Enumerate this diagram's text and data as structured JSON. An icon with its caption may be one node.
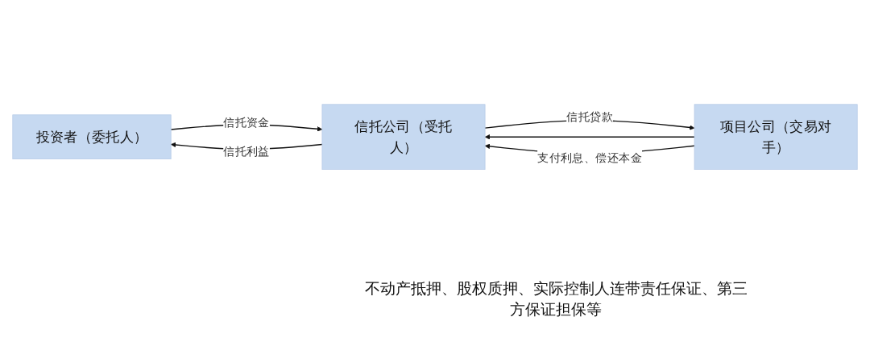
{
  "diagram": {
    "nodes": [
      {
        "text": [
          "投资者（委托人）"
        ]
      },
      {
        "text": [
          "信托公司（受托人）"
        ]
      },
      {
        "text": [
          "项目公司（交易对手）"
        ]
      }
    ],
    "edges": [
      {
        "from": 0,
        "to": 1,
        "arrow": "to",
        "label": "信托资金"
      },
      {
        "from": 1,
        "to": 0,
        "arrow": "to",
        "label": "信托利益"
      },
      {
        "from": 1,
        "to": 2,
        "arrow": "to",
        "label": "信托贷款"
      },
      {
        "from": 2,
        "to": 1,
        "arrow": "to"
      },
      {
        "from": 2,
        "to": 1,
        "arrow": "to",
        "label": "支付利息、偿还本金"
      }
    ],
    "labels": [
      "不动产抵押、股权质押、实际控制人连带责任保证、第三方保证担保等"
    ]
  }
}
